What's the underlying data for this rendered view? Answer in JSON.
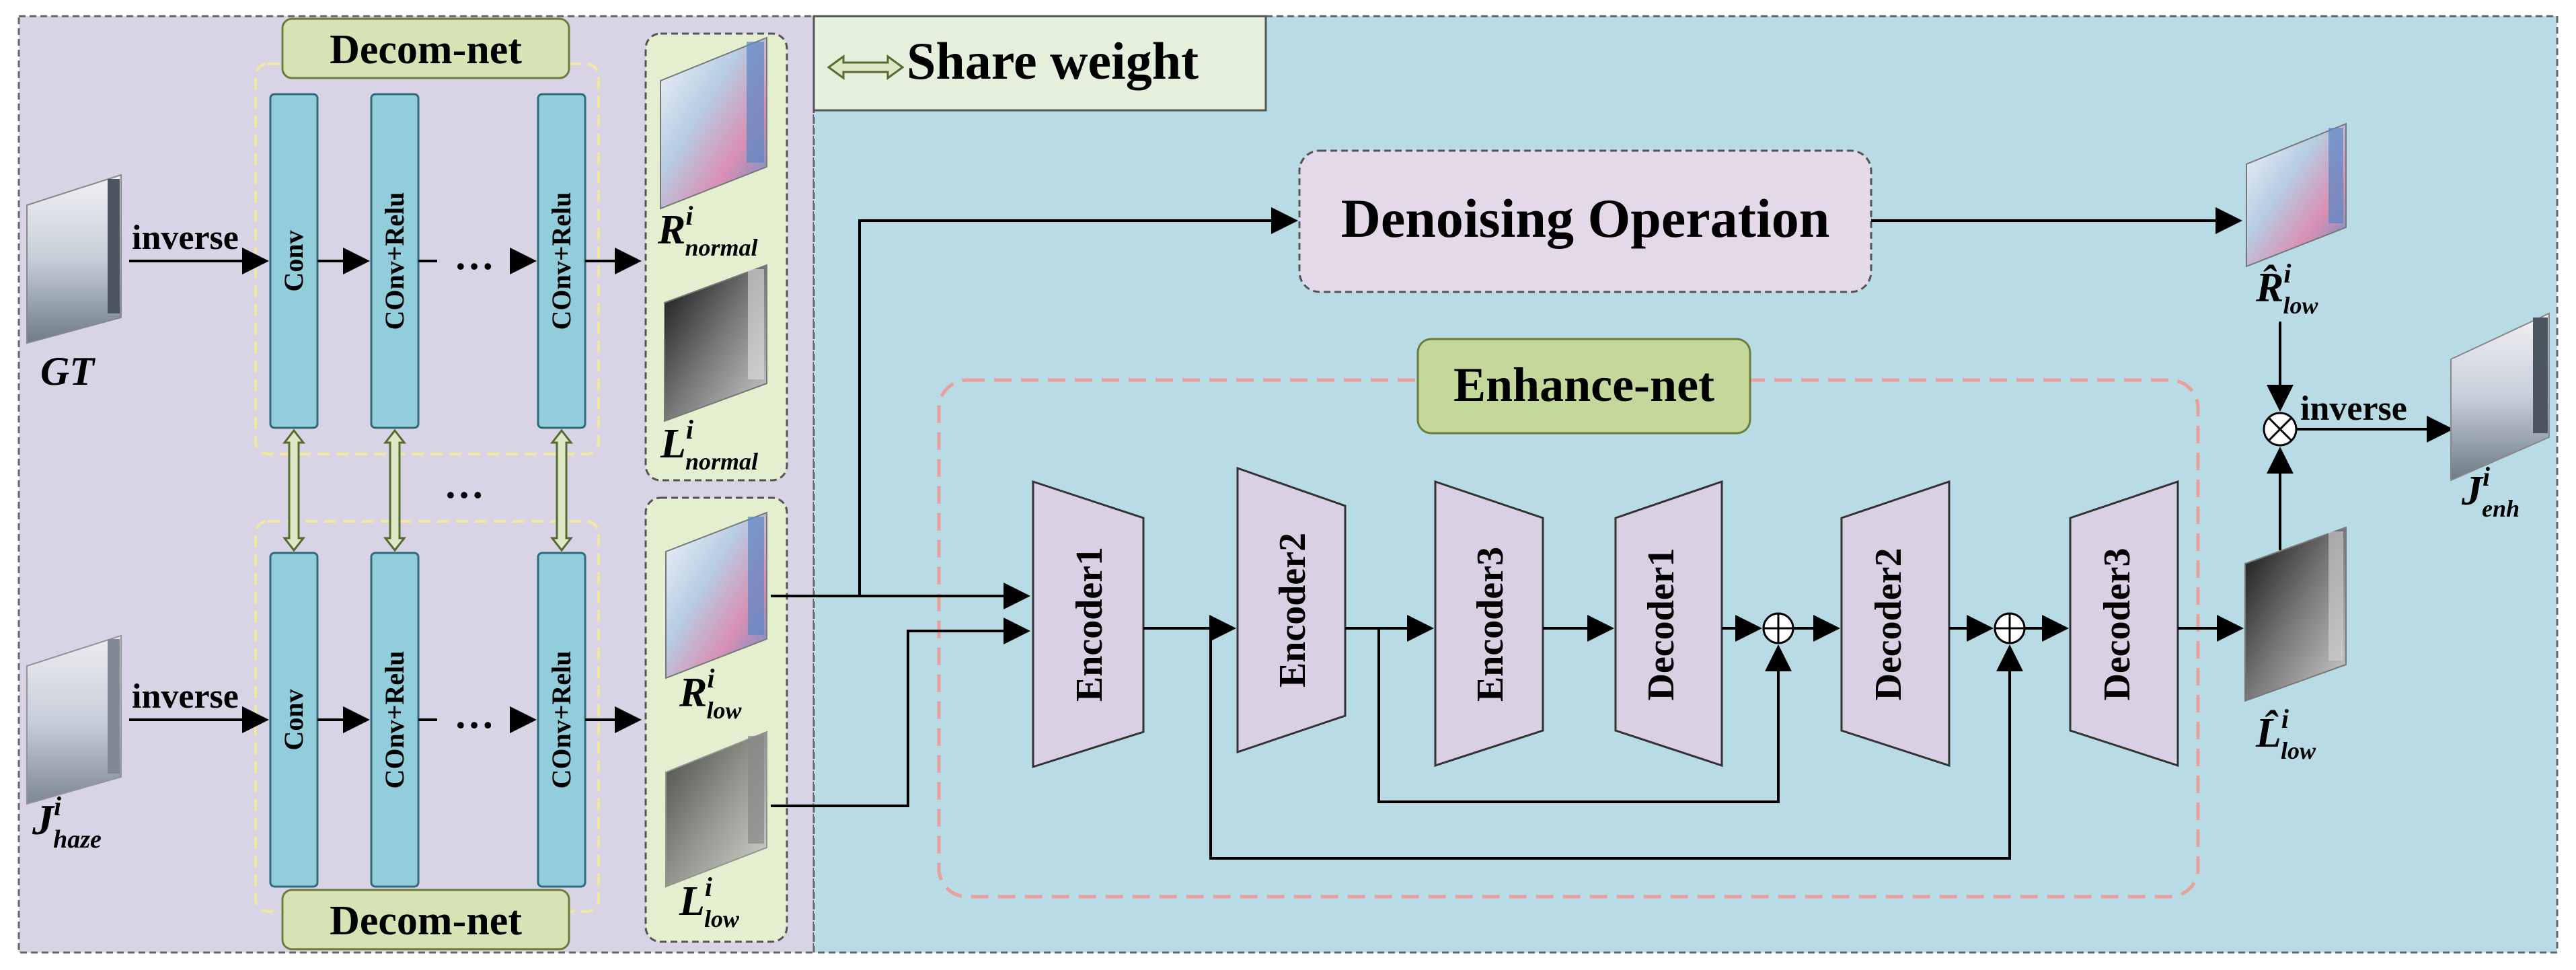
{
  "legend": {
    "share_weight": "Share weight"
  },
  "left_panel": {
    "decom_top_title": "Decom-net",
    "decom_bottom_title": "Decom-net",
    "layers": {
      "conv": "Conv",
      "conv_relu": "COnv+Relu"
    },
    "ellipsis": "…",
    "inverse_top": "inverse",
    "inverse_bottom": "inverse",
    "gt": "GT",
    "j_haze": {
      "base": "J",
      "sup": "i",
      "sub": "haze"
    },
    "r_normal": {
      "base": "R",
      "sup": "i",
      "sub": "normal"
    },
    "l_normal": {
      "base": "L",
      "sup": "i",
      "sub": "normal"
    },
    "r_low": {
      "base": "R",
      "sup": "i",
      "sub": "low"
    },
    "l_low": {
      "base": "L",
      "sup": "i",
      "sub": "low"
    }
  },
  "right_panel": {
    "denoising": "Denoising Operation",
    "enhance_title": "Enhance-net",
    "blocks": [
      "Encoder1",
      "Encoder2",
      "Encoder3",
      "Decoder1",
      "Decoder2",
      "Decoder3"
    ],
    "r_hat_low": {
      "base": "R̂",
      "sup": "i",
      "sub": "low"
    },
    "l_hat_low": {
      "base": "L̂",
      "sup": "i",
      "sub": "low"
    },
    "inverse_out": "inverse",
    "j_enh": {
      "base": "J",
      "sup": "i",
      "sub": "enh"
    }
  },
  "colors": {
    "left_bg": "#d9d3e6",
    "right_bg": "#b8dbe6",
    "conv_fill": "#92cddc",
    "green_label": "#d5e3b5",
    "trap_fill": "#d9d0e3",
    "dashed_red": "#e8a09a"
  }
}
